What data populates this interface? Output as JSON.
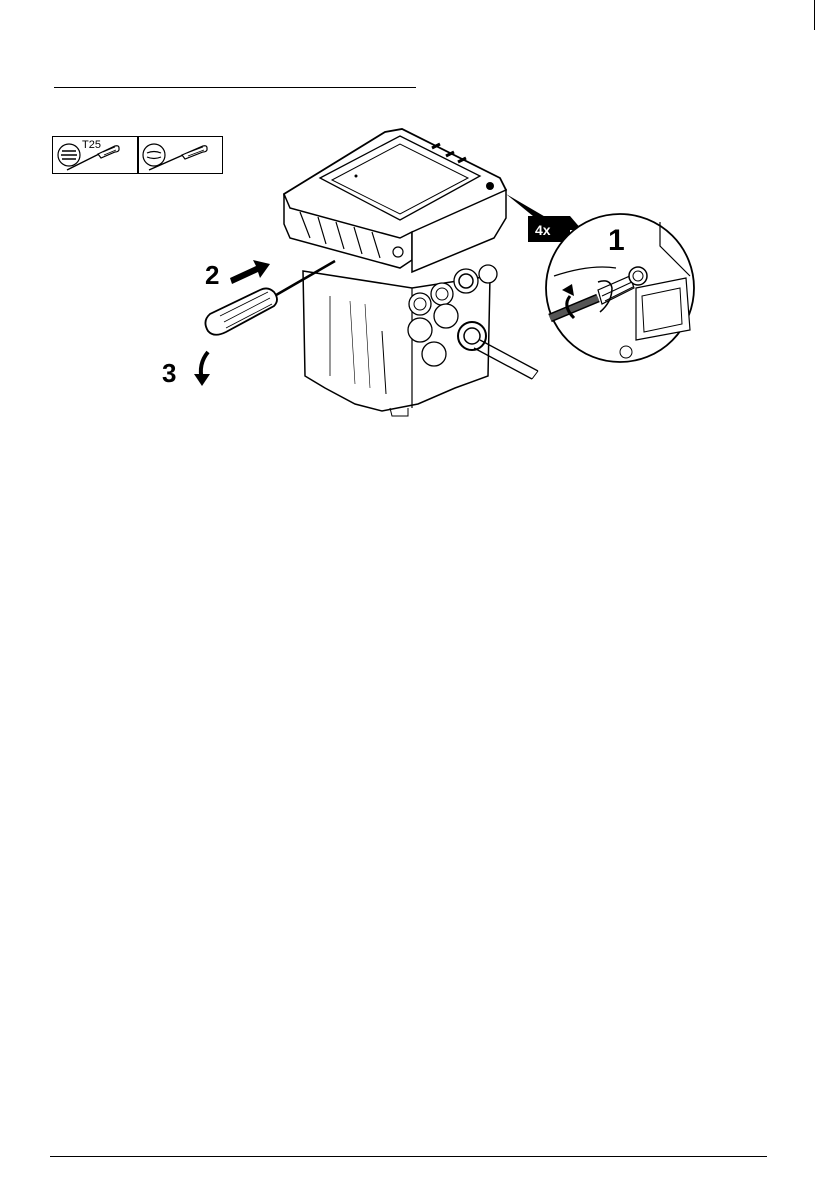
{
  "tools": {
    "torx_label": "T25"
  },
  "illustration": {
    "step1": "1",
    "step2": "2",
    "step3": "3",
    "repeat_badge": "4x"
  }
}
